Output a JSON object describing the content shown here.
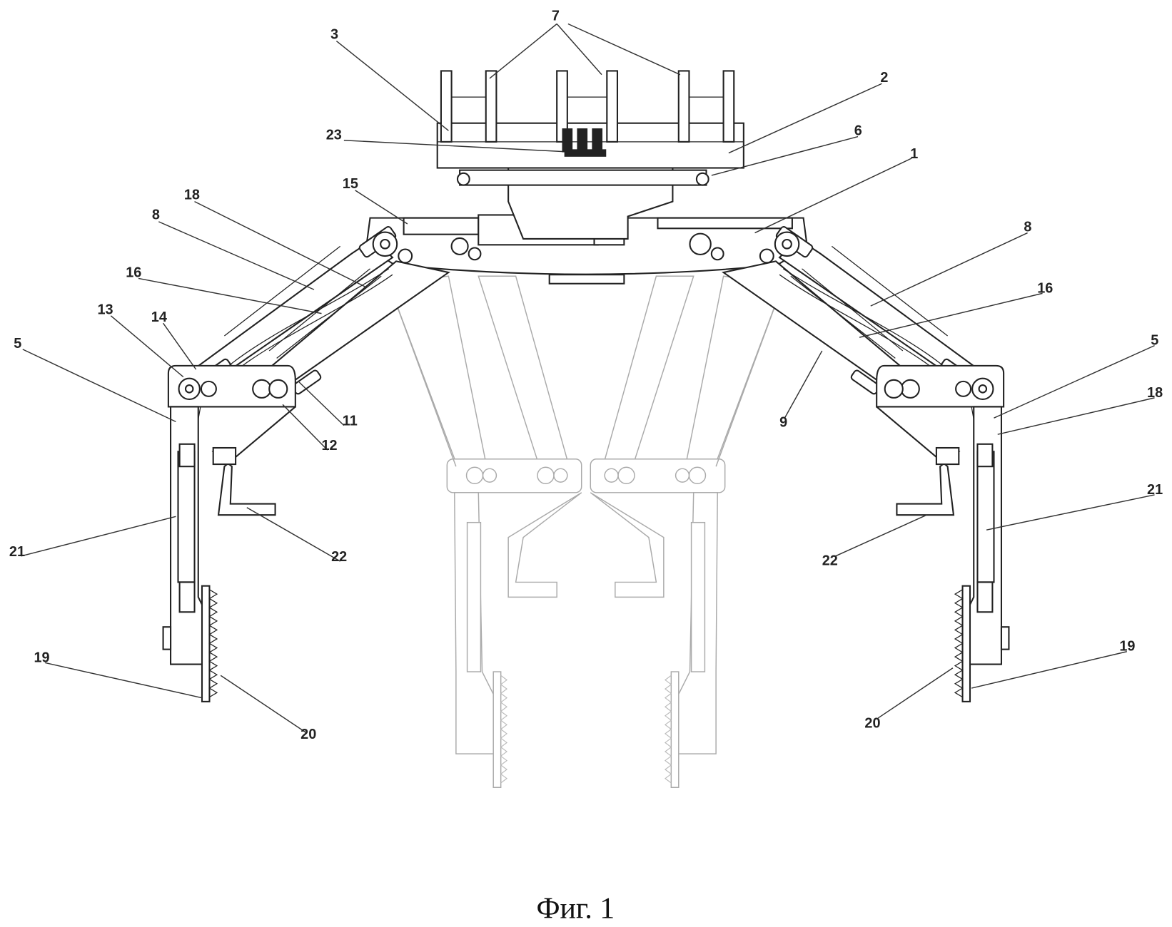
{
  "figure": {
    "caption": "Фиг. 1",
    "labels": {
      "l7": "7",
      "l3": "3",
      "l2": "2",
      "l23": "23",
      "l6": "6",
      "l1": "1",
      "l15": "15",
      "l18_left": "18",
      "l8_left": "8",
      "l16_left": "16",
      "l13": "13",
      "l14": "14",
      "l5_left": "5",
      "l11": "11",
      "l12": "12",
      "l21_left": "21",
      "l22_left": "22",
      "l19_left": "19",
      "l20_left": "20",
      "l8_right": "8",
      "l16_right": "16",
      "l5_right": "5",
      "l18_right": "18",
      "l9": "9",
      "l21_right": "21",
      "l22_right": "22",
      "l19_right": "19",
      "l20_right": "20"
    }
  }
}
